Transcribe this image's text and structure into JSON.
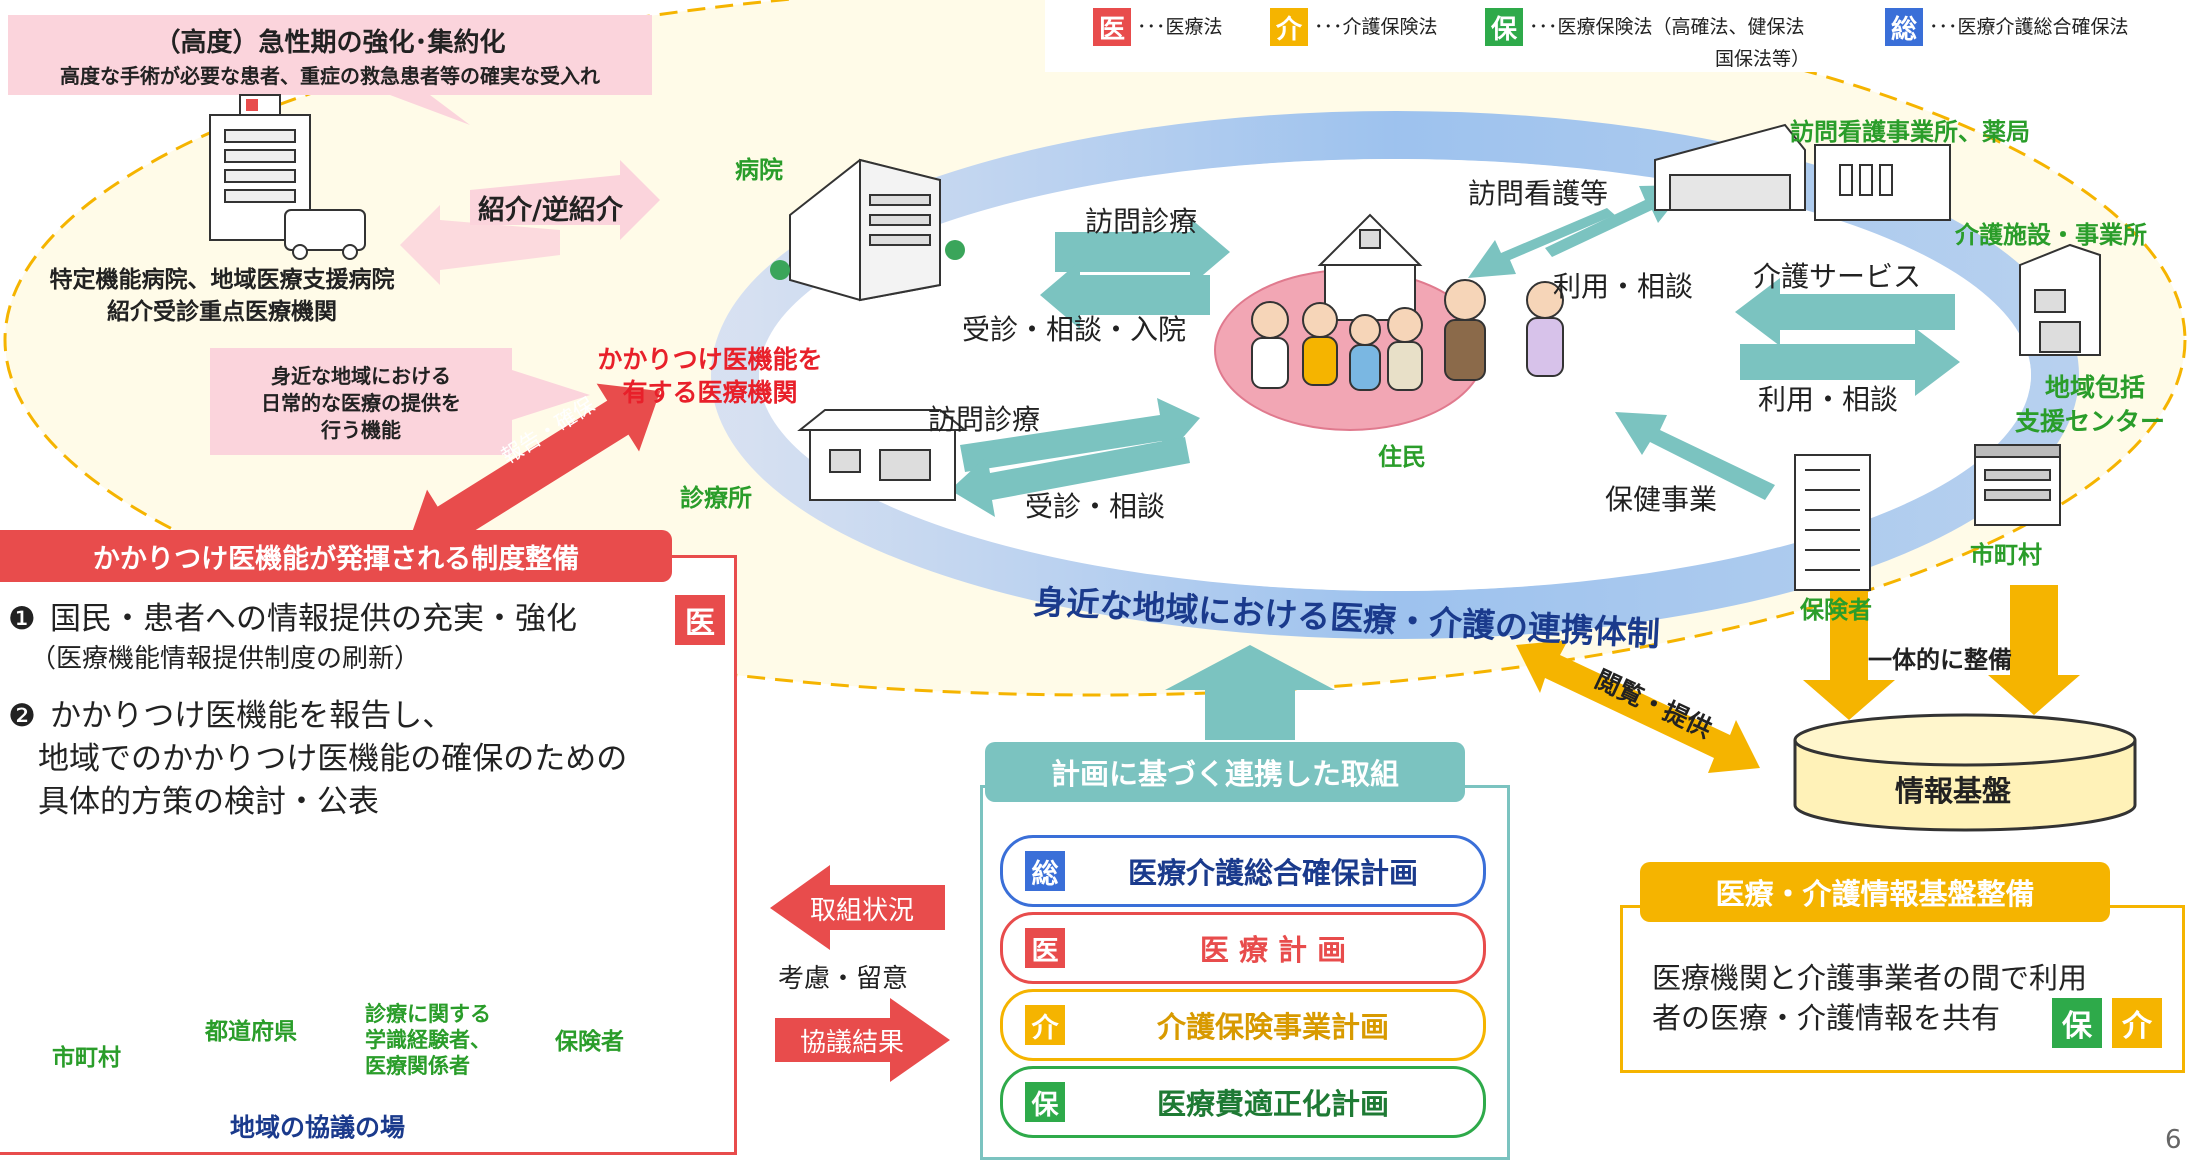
{
  "legend": {
    "med_badge": "医",
    "med_text": "･･･医療法",
    "kai_badge": "介",
    "kai_text": "･･･介護保険法",
    "ho_badge": "保",
    "ho_text": "･･･医療保険法（高確法、健保法",
    "ho_text2": "国保法等）",
    "so_badge": "総",
    "so_text": "･･･医療介護総合確保法"
  },
  "top_left": {
    "title": "（高度）急性期の強化･集約化",
    "subtitle": "高度な手術が必要な患者、重症の救急患者等の確実な受入れ",
    "hospital_label_1": "特定機能病院、地域医療支援病院",
    "hospital_label_2": "紹介受診重点医療機関",
    "referral": "紹介/逆紹介"
  },
  "function_box": {
    "line1": "身近な地域における",
    "line2": "日常的な医療の提供を",
    "line3": "行う機能"
  },
  "kakaritsuke": {
    "line1": "かかりつけ医機能を",
    "line2": "有する医療機関"
  },
  "report_arrow": "報告・確保",
  "ring": {
    "hospital": "病院",
    "clinic": "診療所",
    "residents": "住民",
    "visit_care_1": "訪問診療",
    "consult_1": "受診・相談・入院",
    "visit_care_2": "訪問診療",
    "consult_2": "受診・相談",
    "visit_nursing": "訪問看護等",
    "use_consult_1": "利用・相談",
    "care_service": "介護サービス",
    "use_consult_2": "利用・相談",
    "health_program": "保健事業",
    "nursing_station": "訪問看護事業所、薬局",
    "care_facility": "介護施設・事業所",
    "support_center_1": "地域包括",
    "support_center_2": "支援センター",
    "municipality": "市町村",
    "insurer": "保険者",
    "system_title": "身近な地域における医療・介護の連携体制"
  },
  "left_panel": {
    "title": "かかりつけ医機能が発揮される制度整備",
    "item1_num": "❶",
    "item1_line1": "国民・患者への情報提供の充実・強化",
    "item1_line2": "（医療機能情報提供制度の刷新）",
    "item1_badge": "医",
    "item2_num": "❷",
    "item2_line1": "かかりつけ医機能を報告し、",
    "item2_line2": "地域でのかかりつけ医機能の確保のための",
    "item2_line3": "具体的方策の検討・公表",
    "council": {
      "municipality": "市町村",
      "prefecture": "都道府県",
      "experts_1": "診療に関する",
      "experts_2": "学識経験者、",
      "experts_3": "医療関係者",
      "insurer": "保険者",
      "title": "地域の協議の場"
    }
  },
  "middle_arrows": {
    "status": "取組状況",
    "consider": "考慮・留意",
    "result": "協議結果"
  },
  "plans_panel": {
    "title": "計画に基づく連携した取組",
    "plans": [
      {
        "badge": "総",
        "label": "医療介護総合確保計画"
      },
      {
        "badge": "医",
        "label": "医 療 計 画"
      },
      {
        "badge": "介",
        "label": "介護保険事業計画"
      },
      {
        "badge": "保",
        "label": "医療費適正化計画"
      }
    ]
  },
  "info_base": {
    "browse": "閲覧・提供",
    "integrated": "一体的に整備",
    "cylinder": "情報基盤",
    "panel_title": "医療・介護情報基盤整備",
    "text1": "医療機関と介護事業者の間で利用",
    "text2": "者の医療・介護情報を共有",
    "badge_ho": "保",
    "badge_kai": "介"
  },
  "page_number": "6",
  "colors": {
    "red": "#e84c4c",
    "teal": "#7bc3c0",
    "yellow": "#f5b400",
    "green": "#2a9d2a",
    "blue": "#3a6fd8",
    "pink": "#fbd4dc"
  }
}
